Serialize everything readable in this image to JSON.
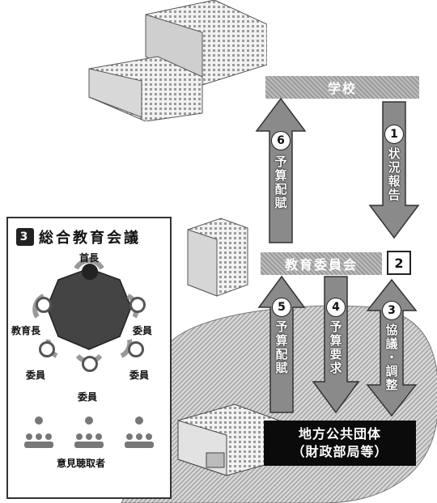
{
  "banners": {
    "school": "学校",
    "board": "教育委員会"
  },
  "arrows": [
    {
      "id": "arrow-6",
      "num": "6",
      "label": "予算配賦",
      "dir": "up"
    },
    {
      "id": "arrow-1",
      "num": "1",
      "label": "状況報告",
      "dir": "down"
    },
    {
      "id": "arrow-5",
      "num": "5",
      "label": "予算配賦",
      "dir": "up"
    },
    {
      "id": "arrow-4",
      "num": "4",
      "label": "予算要求",
      "dir": "down"
    },
    {
      "id": "arrow-3",
      "num": "3",
      "label": "協議・調整",
      "dir": "both"
    }
  ],
  "badge_2": "2",
  "meeting": {
    "num": "3",
    "title": "総合教育会議",
    "chief": "首長",
    "superintendent": "教育長",
    "member": "委員",
    "listeners": "意見聴取者"
  },
  "public_body": {
    "line1": "地方公共団体",
    "line2": "（財政部局等）"
  }
}
